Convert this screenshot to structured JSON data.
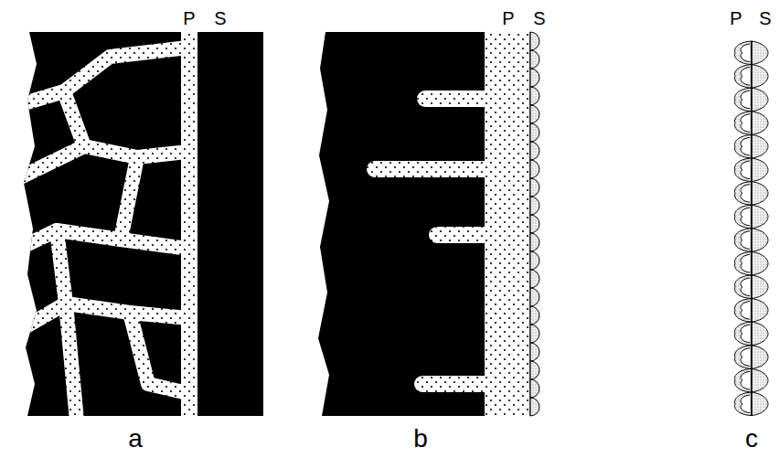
{
  "diagram": {
    "labels": [
      "P",
      "S",
      "a",
      "P",
      "S",
      "b",
      "P",
      "S",
      "c"
    ]
  }
}
